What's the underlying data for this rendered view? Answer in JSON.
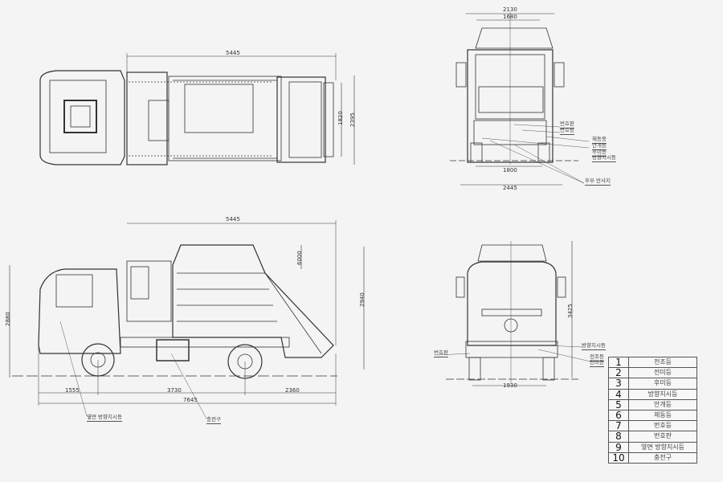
{
  "top_view": {
    "dims": {
      "length": "5445",
      "inner_width": "1820",
      "outer_width": "2395"
    }
  },
  "rear_view": {
    "dims": {
      "top_width": "2130",
      "top_inner_width": "1680",
      "track": "1800",
      "overall_width": "2445"
    },
    "labels": [
      "번호판",
      "번호등",
      "제동등",
      "안개등",
      "후미등",
      "방향지시등",
      "후부 반사지"
    ]
  },
  "side_view": {
    "dims": {
      "length": "5445",
      "lift": "6000",
      "height": "2940",
      "cab_height": "2880",
      "front_overhang": "1555",
      "wheelbase": "3730",
      "rear_overhang": "2360",
      "overall_length": "7645"
    },
    "labels": {
      "side_turn": "옆면 방향지시등",
      "charge_port": "충전구"
    }
  },
  "front_view": {
    "dims": {
      "height": "3425",
      "track": "1930"
    },
    "labels": {
      "turn": "방향지시등",
      "plate": "번호판",
      "headlamp": "전조등",
      "position": "전미등"
    }
  },
  "legend": [
    {
      "no": "1",
      "name": "전조등"
    },
    {
      "no": "2",
      "name": "전미등"
    },
    {
      "no": "3",
      "name": "후미등"
    },
    {
      "no": "4",
      "name": "방향지시등"
    },
    {
      "no": "5",
      "name": "안개등"
    },
    {
      "no": "6",
      "name": "제동등"
    },
    {
      "no": "7",
      "name": "번호등"
    },
    {
      "no": "8",
      "name": "번호판"
    },
    {
      "no": "9",
      "name": "옆면 방향지시등"
    },
    {
      "no": "10",
      "name": "충전구"
    }
  ]
}
